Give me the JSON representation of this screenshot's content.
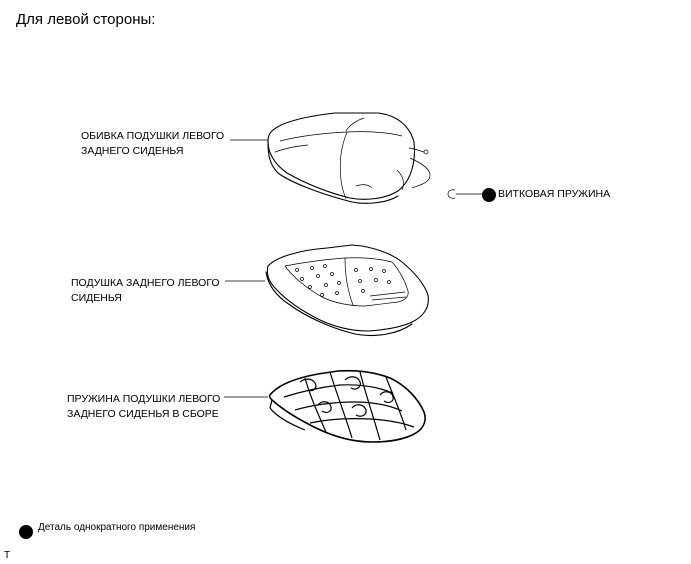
{
  "heading": "Для левой стороны:",
  "parts": {
    "cushion_cover": {
      "line1": "ОБИВКА ПОДУШКИ ЛЕВОГО",
      "line2": "ЗАДНЕГО СИДЕНЬЯ",
      "icon": "seat-cushion-cover-icon"
    },
    "cushion_pad": {
      "line1": "ПОДУШКА ЗАДНЕГО ЛЕВОГО",
      "line2": "СИДЕНЬЯ",
      "icon": "seat-cushion-pad-icon"
    },
    "spring_assembly": {
      "line1": "ПРУЖИНА ПОДУШКИ ЛЕВОГО",
      "line2": "ЗАДНЕГО СИДЕНЬЯ В СБОРЕ",
      "icon": "seat-spring-frame-icon"
    },
    "coil_spring": {
      "label": "ВИТКОВАЯ ПРУЖИНА",
      "icon": "coil-spring-icon",
      "marker": "non-reusable-part-marker"
    }
  },
  "legend": {
    "marker": "non-reusable-part-marker",
    "text": "Деталь однократного применения"
  },
  "corner_mark": "T"
}
